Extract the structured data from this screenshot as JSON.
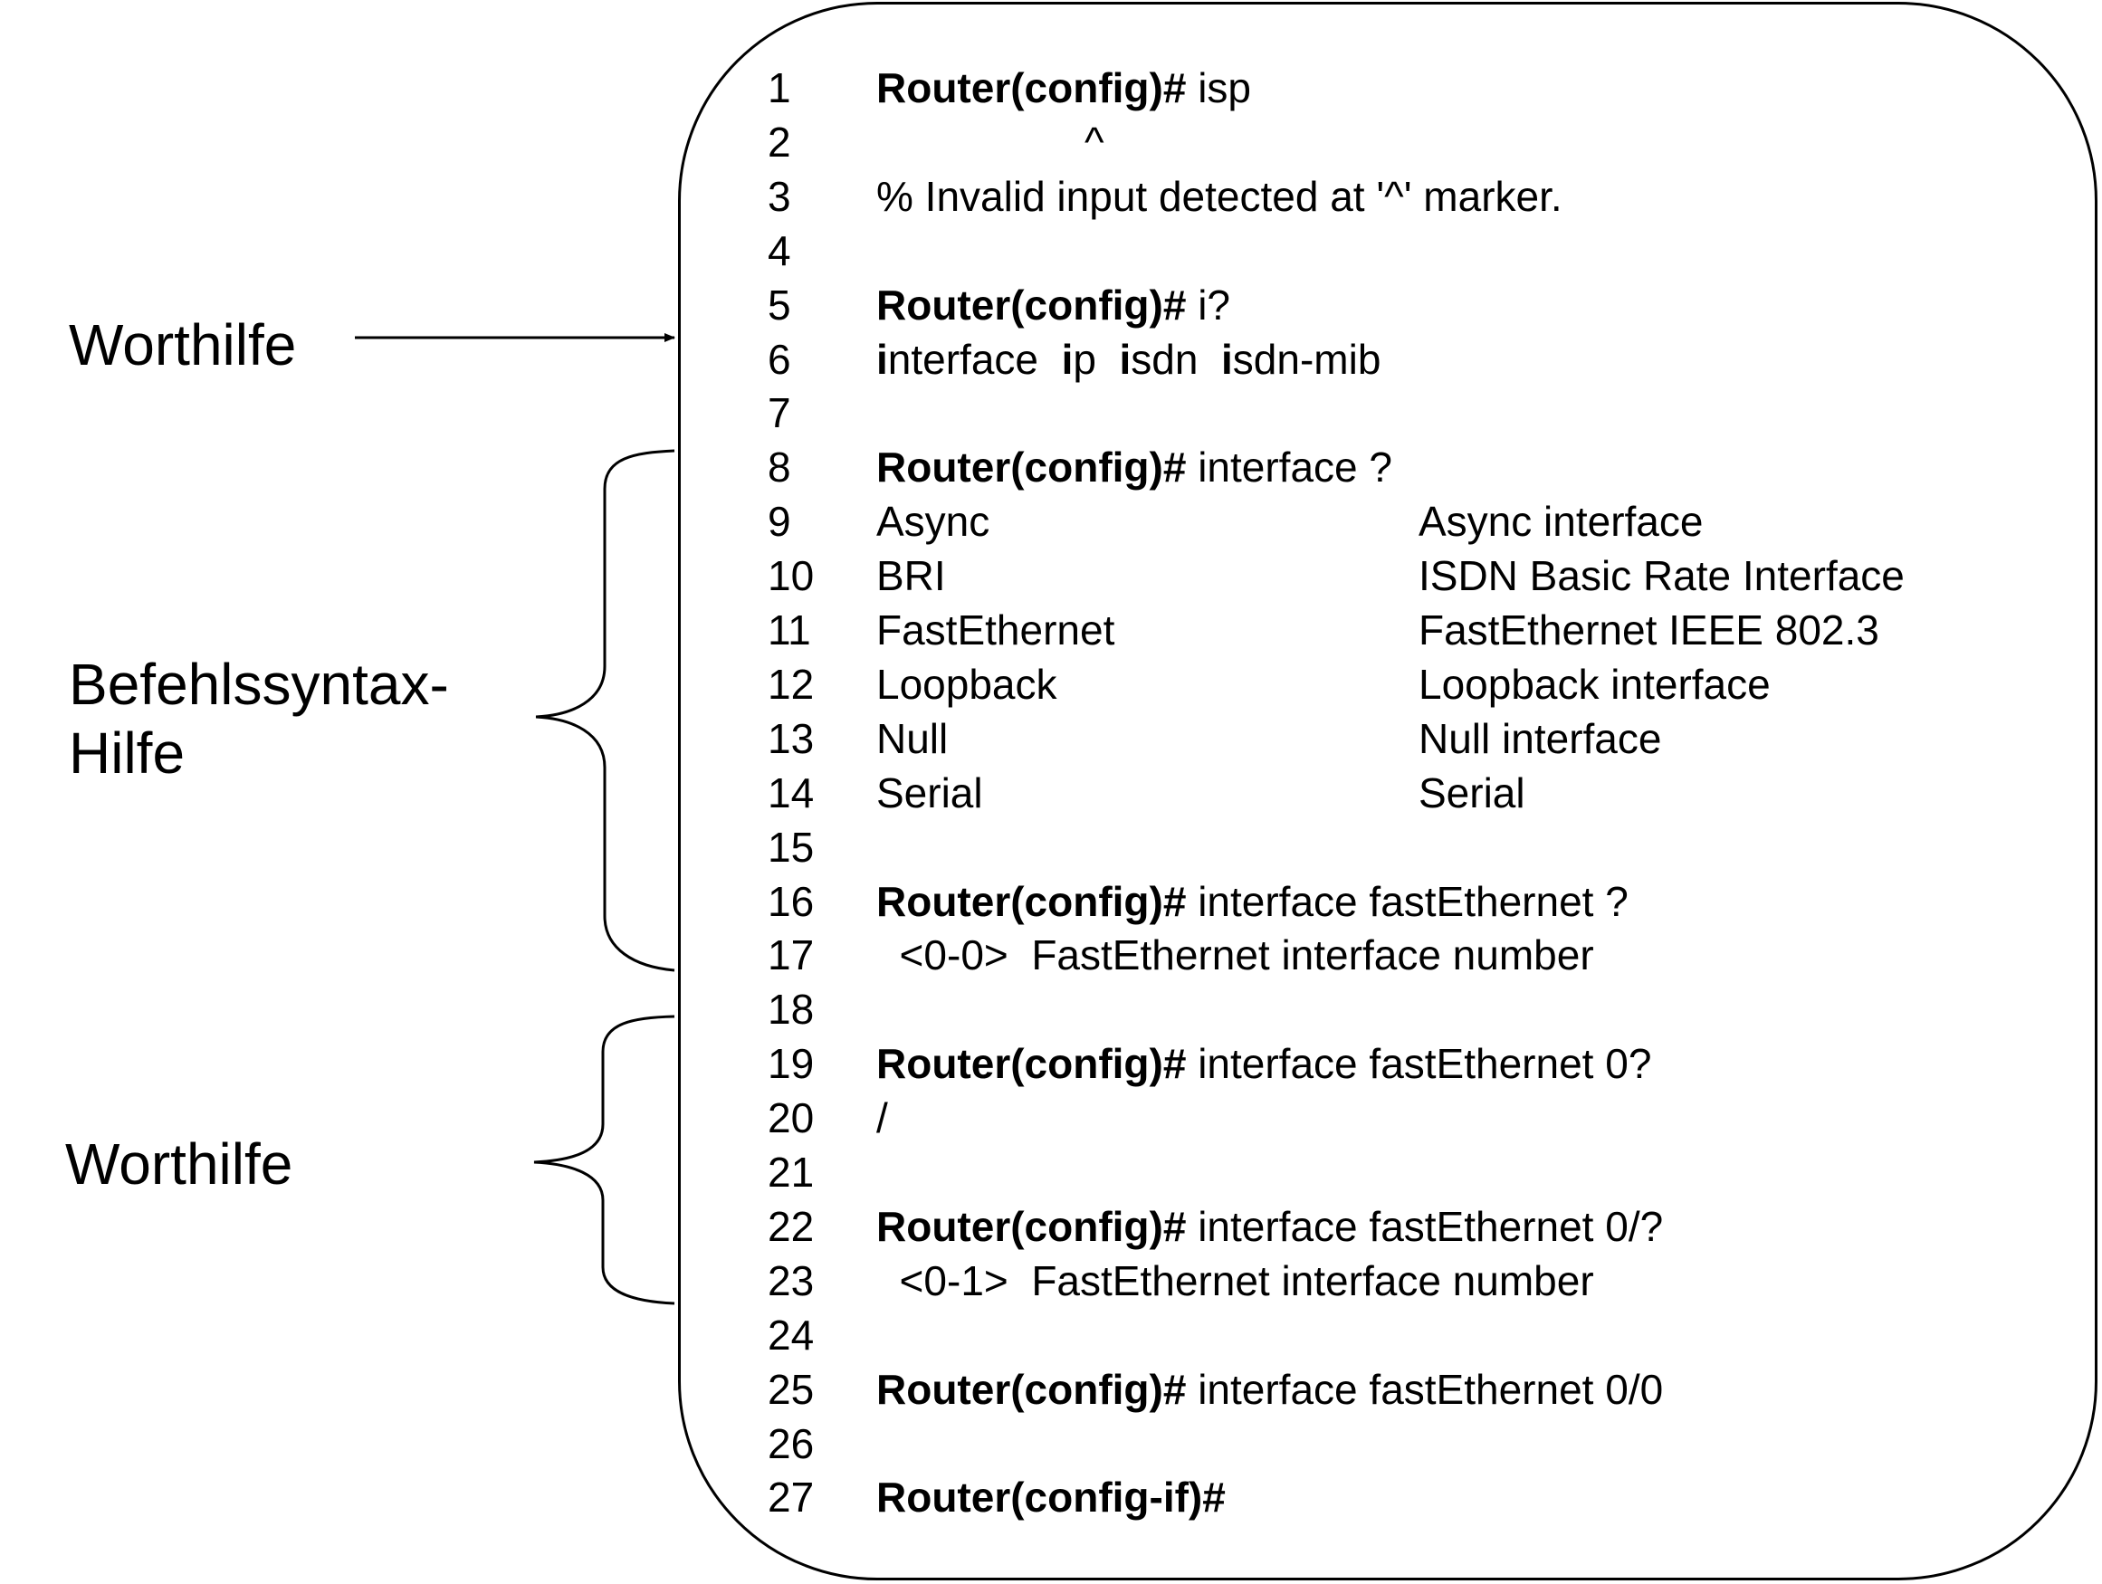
{
  "labels": {
    "word_help_top": "Worthilfe",
    "syntax_help_line1": "Befehlssyntax-",
    "syntax_help_line2": "Hilfe",
    "word_help_bottom": "Worthilfe"
  },
  "terminal": {
    "lines": [
      {
        "n": "1",
        "prompt": "Router(config)#",
        "text": " isp"
      },
      {
        "n": "2",
        "text": "                  ^"
      },
      {
        "n": "3",
        "text": "% Invalid input detected at '^' marker."
      },
      {
        "n": "4"
      },
      {
        "n": "5",
        "prompt": "Router(config)#",
        "text": " i?"
      },
      {
        "n": "6",
        "segments": [
          {
            "t": "i",
            "b": true
          },
          {
            "t": "nterface  ",
            "b": false
          },
          {
            "t": "i",
            "b": true
          },
          {
            "t": "p  ",
            "b": false
          },
          {
            "t": "i",
            "b": true
          },
          {
            "t": "sdn  ",
            "b": false
          },
          {
            "t": "i",
            "b": true
          },
          {
            "t": "sdn-mib",
            "b": false
          }
        ]
      },
      {
        "n": "7"
      },
      {
        "n": "8",
        "prompt": "Router(config)#",
        "text": " interface ?"
      },
      {
        "n": "9",
        "text": "Async",
        "desc": "Async interface"
      },
      {
        "n": "10",
        "text": "BRI",
        "desc": "ISDN Basic Rate Interface"
      },
      {
        "n": "11",
        "text": "FastEthernet",
        "desc": "FastEthernet IEEE 802.3"
      },
      {
        "n": "12",
        "text": "Loopback",
        "desc": "Loopback interface"
      },
      {
        "n": "13",
        "text": "Null",
        "desc": "Null interface"
      },
      {
        "n": "14",
        "text": "Serial",
        "desc": "Serial"
      },
      {
        "n": "15"
      },
      {
        "n": "16",
        "prompt": "Router(config)#",
        "text": " interface fastEthernet ?"
      },
      {
        "n": "17",
        "text": "  <0-0>  FastEthernet interface number"
      },
      {
        "n": "18"
      },
      {
        "n": "19",
        "prompt": "Router(config)#",
        "text": " interface fastEthernet 0?"
      },
      {
        "n": "20",
        "text": "/"
      },
      {
        "n": "21"
      },
      {
        "n": "22",
        "prompt": "Router(config)#",
        "text": " interface fastEthernet 0/?"
      },
      {
        "n": "23",
        "text": "  <0-1>  FastEthernet interface number"
      },
      {
        "n": "24"
      },
      {
        "n": "25",
        "prompt": "Router(config)#",
        "text": " interface fastEthernet 0/0"
      },
      {
        "n": "26"
      },
      {
        "n": "27",
        "prompt": "Router(config-if)#"
      }
    ]
  }
}
